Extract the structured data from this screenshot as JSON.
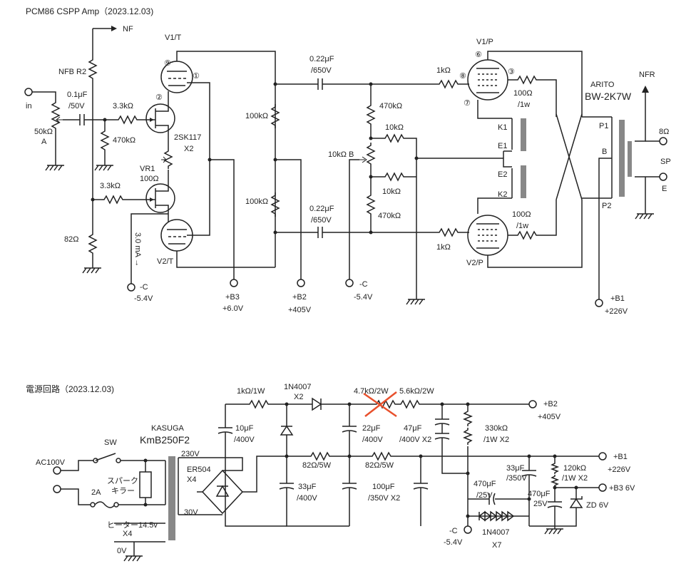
{
  "amp": {
    "title": "PCM86 CSPP Amp（2023.12.03)",
    "labels": {
      "nf": "NF",
      "nfb_r2": "NFB R2",
      "in": "in",
      "c_in": "0.1μF",
      "c_in_v": "/50V",
      "vol": "50kΩ",
      "vol_a": "A",
      "r_g1": "3.3kΩ",
      "r_g2": "470kΩ",
      "fet": "2SK117",
      "fet_x": "X2",
      "vr1": "VR1",
      "vr1_v": "100Ω",
      "r_g3": "3.3kΩ",
      "r_82": "82Ω",
      "ma": "3.0 mA →",
      "negc1": "-C",
      "negc1_v": "-5.4V",
      "v1t": "V1/T",
      "v2t": "V2/T",
      "pin9": "⑨",
      "pin1": "①",
      "pin2": "②",
      "r100k_1": "100kΩ",
      "r100k_2": "100kΩ",
      "b3": "+B3",
      "b3_v": "+6.0V",
      "b2": "+B2",
      "b2_v": "+405V",
      "c_c1": "0.22μF",
      "c_c1_v": "/650V",
      "c_c2": "0.22μF",
      "c_c2_v": "/650V",
      "r470k_1": "470kΩ",
      "r10k_1": "10kΩ",
      "r10kb": "10kΩ B",
      "r10k_2": "10kΩ",
      "r470k_2": "470kΩ",
      "negc2": "-C",
      "negc2_v": "-5.4V",
      "r1k_1": "1kΩ",
      "r1k_2": "1kΩ",
      "v1p": "V1/P",
      "v2p": "V2/P",
      "pin6": "⑥",
      "pin8": "⑧",
      "pin3": "③",
      "pin7": "⑦",
      "r100_1": "100Ω",
      "r100_1v": "/1w",
      "r100_2": "100Ω",
      "r100_2v": "/1w",
      "k1": "K1",
      "e1": "E1",
      "e2": "E2",
      "k2": "K2",
      "arito": "ARITO",
      "opt": "BW-2K7W",
      "p1": "P1",
      "b": "B",
      "p2": "P2",
      "nfr": "NFR",
      "ohm8": "8Ω",
      "sp": "SP",
      "e": "E",
      "b1": "+B1",
      "b1_v": "+226V"
    }
  },
  "psu": {
    "title": "電源回路（2023.12.03)",
    "labels": {
      "kasuga": "KASUGA",
      "trans": "KmB250F2",
      "sw": "SW",
      "ac": "AC100V",
      "spark1": "スパーク",
      "spark2": "キラー",
      "fuse": "2A",
      "v230": "230V",
      "v30": "30V",
      "heater": "ヒーター14.5v",
      "heater_x": "X4",
      "v0": "0V",
      "er504": "ER504",
      "er504_x": "X4",
      "r1k1w": "1kΩ/1W",
      "c10u": "10μF",
      "c10u_v": "/400V",
      "d1n": "1N4007",
      "d1n_x": "X2",
      "c33u": "33μF",
      "c33u_v": "/400V",
      "r82_1": "82Ω/5W",
      "r4k7": "4.7kΩ/2W",
      "r5k6": "5.6kΩ/2W",
      "c22u": "22μF",
      "c22u_v": "/400V",
      "r82_2": "82Ω/5W",
      "c100u": "100μF",
      "c100u_v": "/350V X2",
      "c47u": "47μF",
      "c47u_v": "/400V X2",
      "r330k": "330kΩ",
      "r330k_v": "/1W X2",
      "b2": "+B2",
      "b2_v": "+405V",
      "b1": "+B1",
      "b1_v": "+226V",
      "b3": "+B3 6V",
      "c33u2": "33μF",
      "c33u2_v": "/350V",
      "r120k": "120kΩ",
      "r120k_v": "/1W X2",
      "c470u": "470μF",
      "c470u_v": "/25V",
      "c470u2": "470μF",
      "c470u2_v": "25V",
      "zd": "ZD 6V",
      "negc": "-C",
      "negc_v": "-5.4V",
      "d7": "1N4007",
      "d7_x": "X7"
    }
  },
  "colors": {
    "line": "#222222",
    "core": "#888888",
    "cross": "#e8502c"
  }
}
